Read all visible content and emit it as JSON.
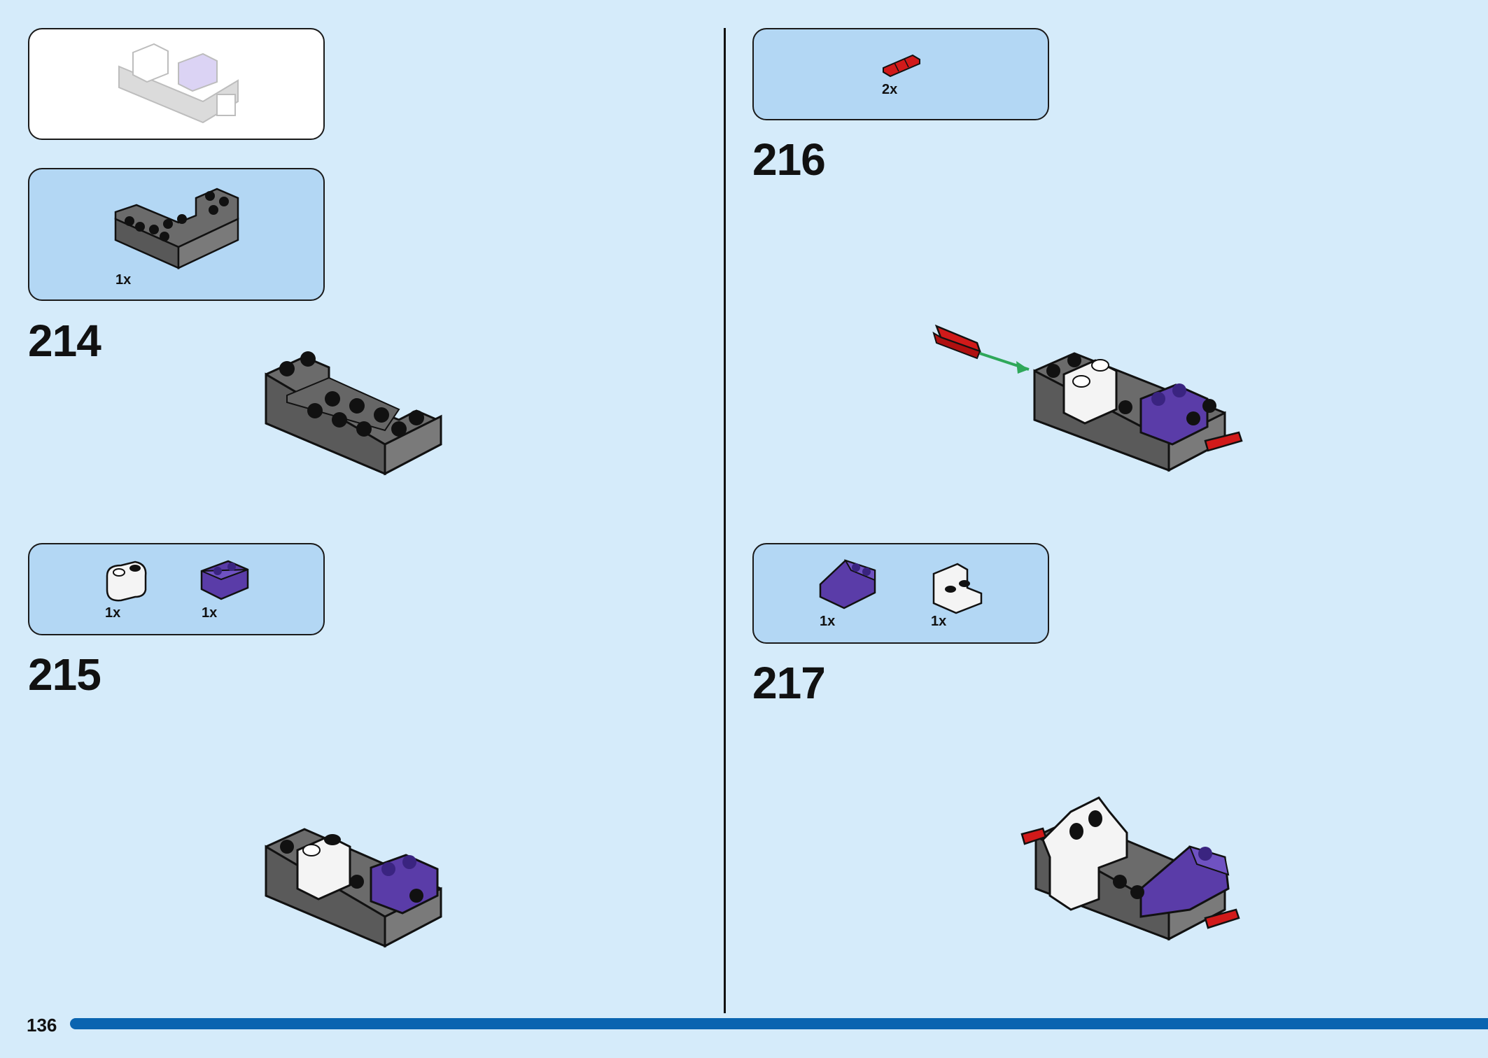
{
  "page": {
    "number": "136"
  },
  "preview": {
    "name": "sub-assembly preview"
  },
  "steps": [
    {
      "number": "214",
      "parts": [
        {
          "qty": "1x"
        }
      ]
    },
    {
      "number": "215",
      "parts": [
        {
          "qty": "1x"
        },
        {
          "qty": "1x"
        }
      ]
    },
    {
      "number": "216",
      "parts": [
        {
          "qty": "2x"
        }
      ]
    },
    {
      "number": "217",
      "parts": [
        {
          "qty": "1x"
        },
        {
          "qty": "1x"
        }
      ]
    }
  ],
  "colors": {
    "background": "#d5ebfa",
    "parts_box": "#b3d7f4",
    "progress_bar": "#0a64b0",
    "brick_dark_gray": "#6b6b6b",
    "brick_purple": "#5a3ca8",
    "brick_white": "#f4f4f4",
    "pin_red": "#d11a1a",
    "arrow_green": "#2fa85a"
  }
}
